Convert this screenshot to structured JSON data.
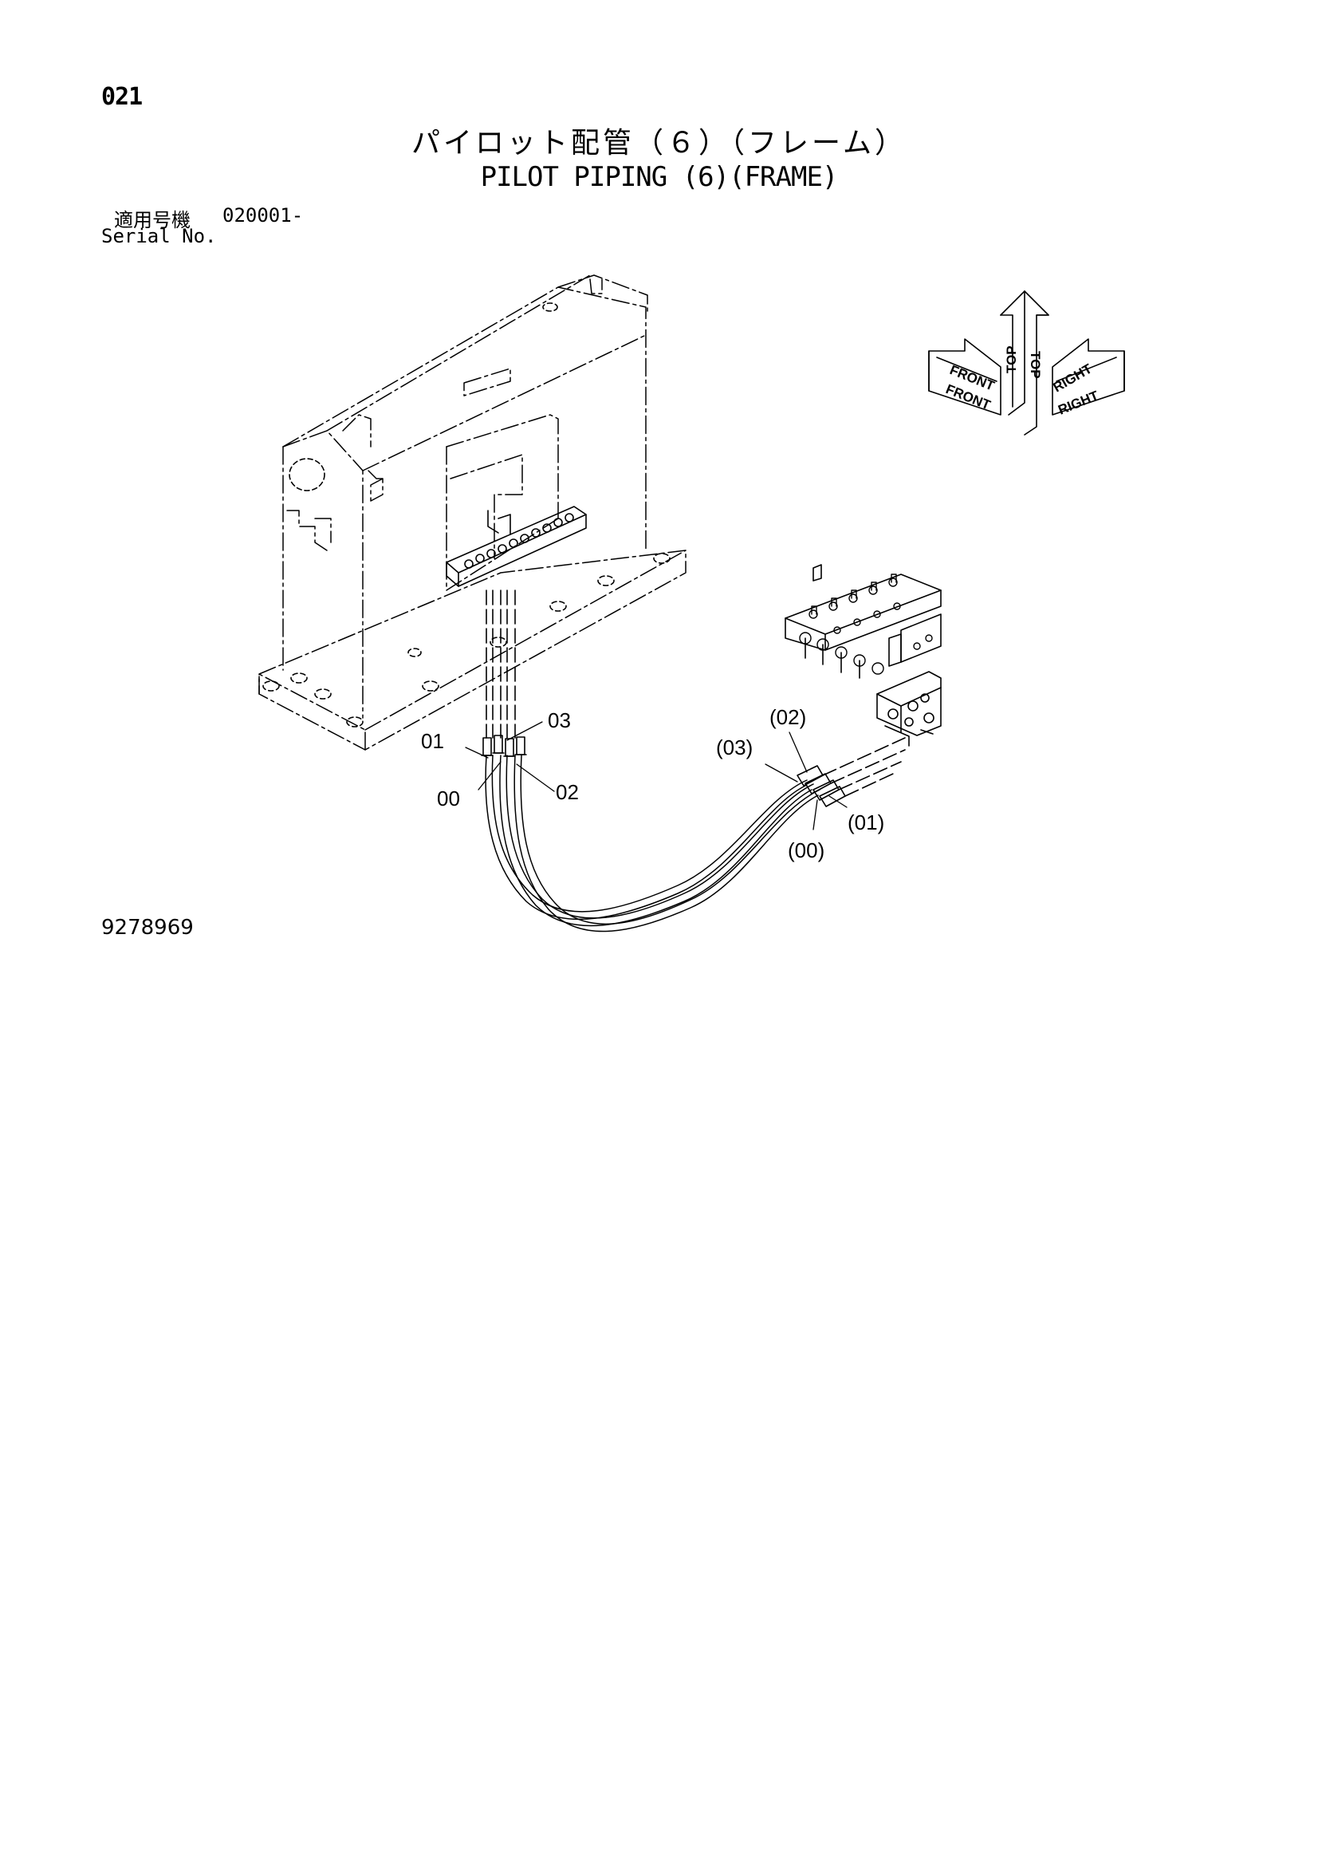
{
  "page": {
    "page_number": "021",
    "title_jp": "パイロット配管（６）（フレーム）",
    "title_en": "PILOT PIPING (6)(FRAME)",
    "serial_label_jp": "適用号機",
    "serial_range": "020001-",
    "serial_label_en": "Serial No.",
    "drawing_number": "9278969"
  },
  "callouts": {
    "c01": "01",
    "c03": "03",
    "c00": "00",
    "c02": "02",
    "p02": "(02)",
    "p03": "(03)",
    "p01": "(01)",
    "p00": "(00)"
  },
  "orientation": {
    "top_left": "TOP",
    "top_right": "TOP",
    "front_upper": "FRONT",
    "front_lower": "FRONT",
    "right_upper": "RIGHT",
    "right_lower": "RIGHT"
  }
}
